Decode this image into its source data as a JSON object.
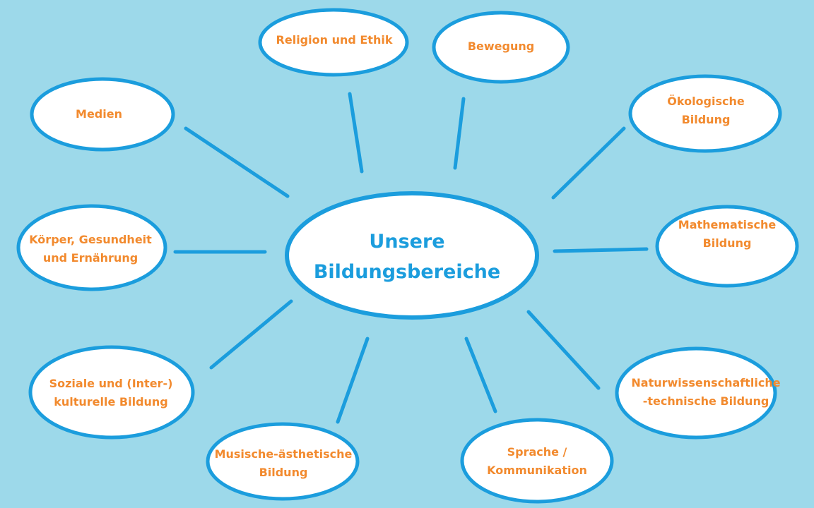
{
  "diagram": {
    "center": {
      "line1": "Unsere",
      "line2": "Bildungsbereiche"
    },
    "nodes": [
      {
        "id": "religion",
        "line1": "Religion und Ethik",
        "line2": ""
      },
      {
        "id": "bewegung",
        "line1": "Bewegung",
        "line2": ""
      },
      {
        "id": "medien",
        "line1": "Medien",
        "line2": ""
      },
      {
        "id": "oekologische",
        "line1": "Ökologische",
        "line2": "Bildung"
      },
      {
        "id": "koerper",
        "line1": "Körper, Gesundheit",
        "line2": "und Ernährung"
      },
      {
        "id": "mathematische",
        "line1": "Mathematische",
        "line2": "Bildung"
      },
      {
        "id": "soziale",
        "line1": "Soziale und (Inter-)",
        "line2": "kulturelle Bildung"
      },
      {
        "id": "naturwissenschaftliche",
        "line1": "Naturwissenschaftliche",
        "line2": "-technische Bildung"
      },
      {
        "id": "musische",
        "line1": "Musische-ästhetische",
        "line2": "Bildung"
      },
      {
        "id": "sprache",
        "line1": "Sprache /",
        "line2": "Kommunikation"
      }
    ],
    "colors": {
      "background": "#9dd9ea",
      "outline": "#1b9ddd",
      "node_text": "#f28a2e",
      "center_text": "#1b9ddd"
    }
  }
}
